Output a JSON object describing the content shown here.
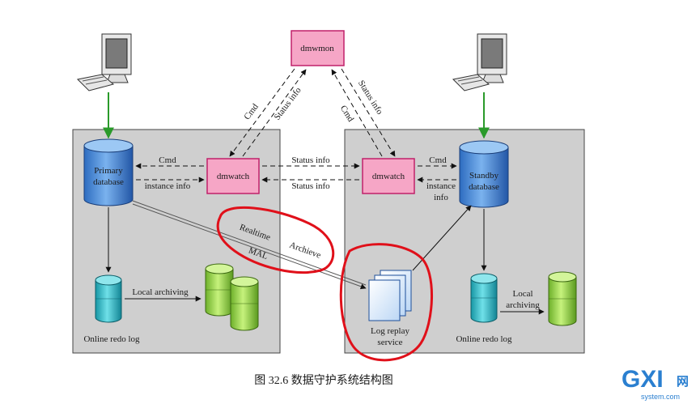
{
  "nodes": {
    "dmwmon": "dmwmon",
    "dmwatch_left": "dmwatch",
    "dmwatch_right": "dmwatch",
    "primary_db": [
      "Primary",
      "database"
    ],
    "standby_db": [
      "Standby",
      "database"
    ],
    "online_redo_left": "Online redo log",
    "online_redo_right": "Online redo log",
    "log_replay": [
      "Log  replay",
      "service"
    ]
  },
  "edge_labels": {
    "cmd_left": "Cmd",
    "instance_info_left": "instance info",
    "status_info_top": "Status info",
    "status_info_bottom": "Status info",
    "cmd_right": "Cmd",
    "instance_info_right": [
      "instance",
      "info"
    ],
    "cmd_diag_left": "Cmd",
    "status_diag_left": "Status info",
    "status_diag_right": "Status info",
    "cmd_diag_right": "Cmd",
    "realtime": "Realtime",
    "mal": "MAL",
    "archieve": "Archieve",
    "local_archiving_left": "Local archiving",
    "local_archiving_right": [
      "Local",
      "archiving"
    ]
  },
  "caption": "图 32.6  数据守护系统结构图",
  "watermark": {
    "logo": "GXI",
    "suffix": "网",
    "site": "system.com"
  },
  "colors": {
    "panel": "#cfcfcf",
    "db_blue": "#4a8ed8",
    "db_teal": "#2ab6c2",
    "db_green": "#8cd24a",
    "node_pink": "#f6a6c6",
    "node_border": "#c0206a",
    "highlight_red": "#e0101a",
    "arrow_green": "#2a9a2a"
  }
}
